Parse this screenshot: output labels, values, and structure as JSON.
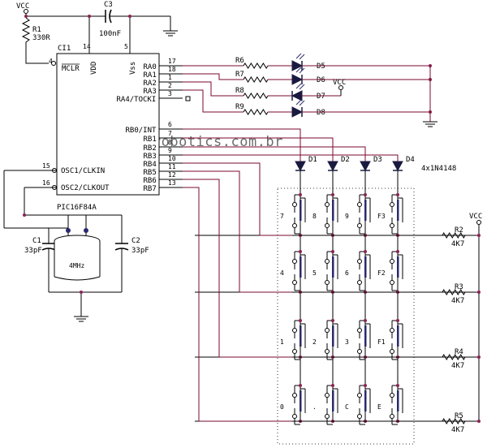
{
  "watermark": "www.arnerobotics.com.br",
  "colors": {
    "wire": "#7a0a2e",
    "trace": "#000000",
    "node": "#8b2252",
    "line": "#000000"
  },
  "top": {
    "vcc": "VCC",
    "r1_name": "R1",
    "r1_value": "330R",
    "c3_name": "C3",
    "c3_value": "100nF",
    "ic_ref": "CI1"
  },
  "ic": {
    "part": "PIC16F84A",
    "mclr": "MCLR",
    "vdd": "VDD",
    "vss": "Vss",
    "mclr_pin": "4",
    "vdd_pin": "14",
    "vss_pin": "5",
    "right_pins": [
      {
        "name": "RA0",
        "num": "17"
      },
      {
        "name": "RA1",
        "num": "18"
      },
      {
        "name": "RA2",
        "num": "1"
      },
      {
        "name": "RA3",
        "num": "2"
      },
      {
        "name": "RA4/TOCKI",
        "num": "3"
      },
      {
        "name": "RB0/INT",
        "num": "6"
      },
      {
        "name": "RB1",
        "num": "7"
      },
      {
        "name": "RB2",
        "num": "8"
      },
      {
        "name": "RB3",
        "num": "9"
      },
      {
        "name": "RB4",
        "num": "10"
      },
      {
        "name": "RB5",
        "num": "11"
      },
      {
        "name": "RB6",
        "num": "12"
      },
      {
        "name": "RB7",
        "num": "13"
      }
    ],
    "left_pins": [
      {
        "name": "OSC1/CLKIN",
        "num": "15"
      },
      {
        "name": "OSC2/CLKOUT",
        "num": "16"
      }
    ]
  },
  "leds": {
    "resistors": [
      "R6",
      "R7",
      "R8",
      "R9"
    ],
    "leds": [
      "D5",
      "D6",
      "D7",
      "D8"
    ],
    "vcc": "VCC"
  },
  "diodes": {
    "labels": [
      "D1",
      "D2",
      "D3",
      "D4"
    ],
    "part": "4x1N4148"
  },
  "oscillator": {
    "c1_name": "C1",
    "c1_value": "33pF",
    "c2_name": "C2",
    "c2_value": "33pF",
    "crystal": "4MHz"
  },
  "pullups": {
    "vcc": "VCC",
    "names": [
      "R2",
      "R3",
      "R4",
      "R5"
    ],
    "values": [
      "4K7",
      "4K7",
      "4K7",
      "4K7"
    ]
  },
  "keypad": {
    "rows": [
      [
        "7",
        "8",
        "9",
        "F3"
      ],
      [
        "4",
        "5",
        "6",
        "F2"
      ],
      [
        "1",
        "2",
        "3",
        "F1"
      ],
      [
        "0",
        ".",
        "C",
        "E"
      ]
    ]
  }
}
